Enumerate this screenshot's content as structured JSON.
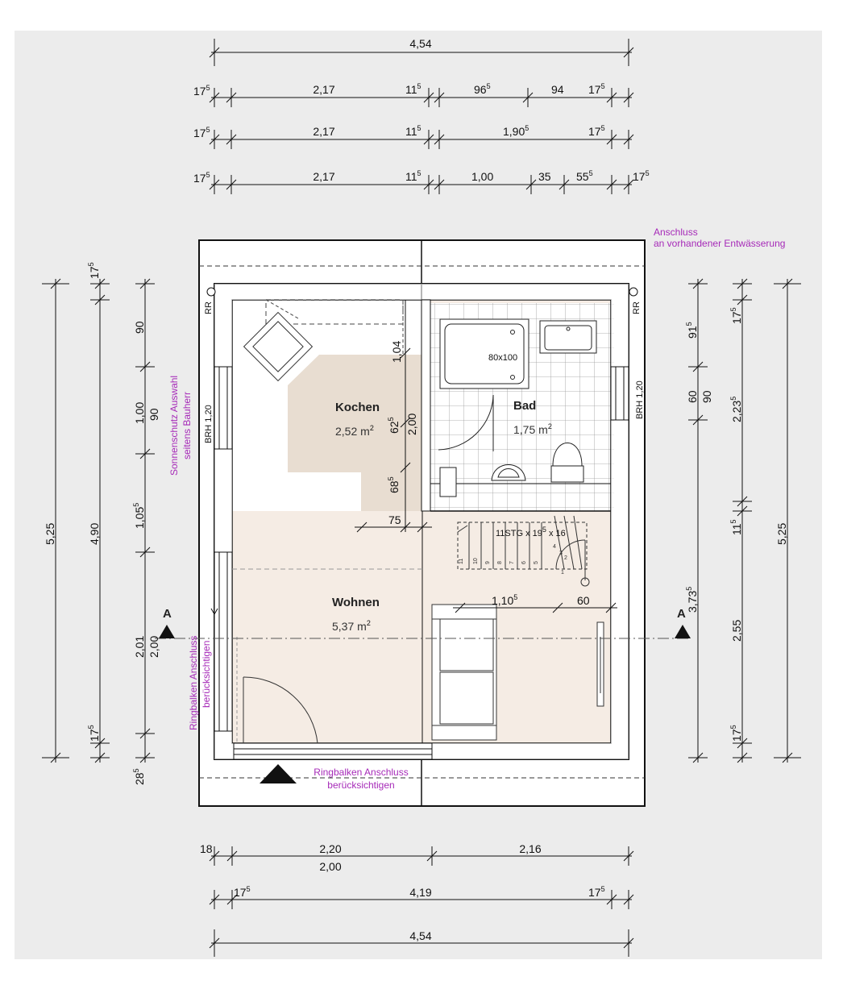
{
  "rooms": {
    "kochen": {
      "name": "Kochen",
      "area": "2,52 m",
      "area_sup": "2"
    },
    "bad": {
      "name": "Bad",
      "area": "1,75 m",
      "area_sup": "2"
    },
    "wohnen": {
      "name": "Wohnen",
      "area": "5,37 m",
      "area_sup": "2"
    }
  },
  "top_dims": {
    "overall": "4,54",
    "row1": [
      {
        "t": "17",
        "s": "5"
      },
      {
        "t": "2,17",
        "s": ""
      },
      {
        "t": "11",
        "s": "5"
      },
      {
        "t": "96",
        "s": "5"
      },
      {
        "t": "94",
        "s": ""
      },
      {
        "t": "17",
        "s": "5"
      }
    ],
    "row2": [
      {
        "t": "17",
        "s": "5"
      },
      {
        "t": "2,17",
        "s": ""
      },
      {
        "t": "11",
        "s": "5"
      },
      {
        "t": "1,90",
        "s": "5"
      },
      {
        "t": "17",
        "s": "5"
      }
    ],
    "row3": [
      {
        "t": "17",
        "s": "5"
      },
      {
        "t": "2,17",
        "s": ""
      },
      {
        "t": "11",
        "s": "5"
      },
      {
        "t": "1,00",
        "s": ""
      },
      {
        "t": "35",
        "s": ""
      },
      {
        "t": "55",
        "s": "5"
      },
      {
        "t": "17",
        "s": "5"
      }
    ]
  },
  "bottom_dims": {
    "row1": [
      {
        "t": "18",
        "s": ""
      },
      {
        "t": "2,20",
        "s": ""
      },
      {
        "t": "2,00",
        "s": ""
      },
      {
        "t": "2,16",
        "s": ""
      }
    ],
    "row2": [
      {
        "t": "17",
        "s": "5"
      },
      {
        "t": "4,19",
        "s": ""
      },
      {
        "t": "17",
        "s": "5"
      }
    ],
    "overall": "4,54"
  },
  "left_dims": {
    "overall": "5,25",
    "second": "4,90",
    "small_top": {
      "t": "17",
      "s": "5"
    },
    "small_bottom": {
      "t": "17",
      "s": "5"
    },
    "col3": [
      {
        "t": "90",
        "s": ""
      },
      {
        "t": "1,00",
        "s": ""
      },
      {
        "t": "90",
        "s": ""
      },
      {
        "t": "1,05",
        "s": "5"
      },
      {
        "t": "2,01",
        "s": ""
      },
      {
        "t": "2,00",
        "s": ""
      },
      {
        "t": "28",
        "s": "5"
      }
    ]
  },
  "right_dims": {
    "col1": [
      {
        "t": "91",
        "s": "5"
      },
      {
        "t": "60",
        "s": ""
      },
      {
        "t": "90",
        "s": ""
      },
      {
        "t": "3,73",
        "s": "5"
      }
    ],
    "col2": [
      {
        "t": "17",
        "s": "5"
      },
      {
        "t": "2,23",
        "s": "5"
      },
      {
        "t": "11",
        "s": "5"
      },
      {
        "t": "2,55",
        "s": ""
      },
      {
        "t": "17",
        "s": "5"
      }
    ],
    "overall": "5,25"
  },
  "interior_dims": {
    "d104": "1,04",
    "d62": {
      "t": "62",
      "s": "5"
    },
    "d200": "2,00",
    "d68": {
      "t": "68",
      "s": "5"
    },
    "d75": "75",
    "d110": {
      "t": "1,10",
      "s": "5"
    },
    "d60": "60"
  },
  "labels": {
    "rr_left": "RR",
    "rr_right": "RR",
    "brh_left": "BRH 1,20",
    "brh_right": "BRH 1,20",
    "shower": "80x100",
    "stair": "11STG x 19",
    "stair_sup": "5",
    "stair_tail": " x 16",
    "section_left": "A",
    "section_right": "A",
    "stair_steps": [
      "11",
      "10",
      "9",
      "8",
      "7",
      "6",
      "5",
      "4",
      "3",
      "2",
      "1"
    ]
  },
  "notes": {
    "anschluss_1": "Anschluss",
    "anschluss_2": "an vorhandener Entwässerung",
    "sonnenschutz_1": "Sonnenschutz Auswahl",
    "sonnenschutz_2": "seitens Bauherr",
    "ringbalken_left_1": "Ringbalken Anschluss",
    "ringbalken_left_2": "berücksichtigen",
    "ringbalken_bottom_1": "Ringbalken Anschluss",
    "ringbalken_bottom_2": "berücksichtigen"
  },
  "colors": {
    "background": "#ececec",
    "floor": "#f5ece4",
    "kitchen_floor": "#e8ddd1",
    "wall": "#222222",
    "note": "#a62ab8"
  }
}
